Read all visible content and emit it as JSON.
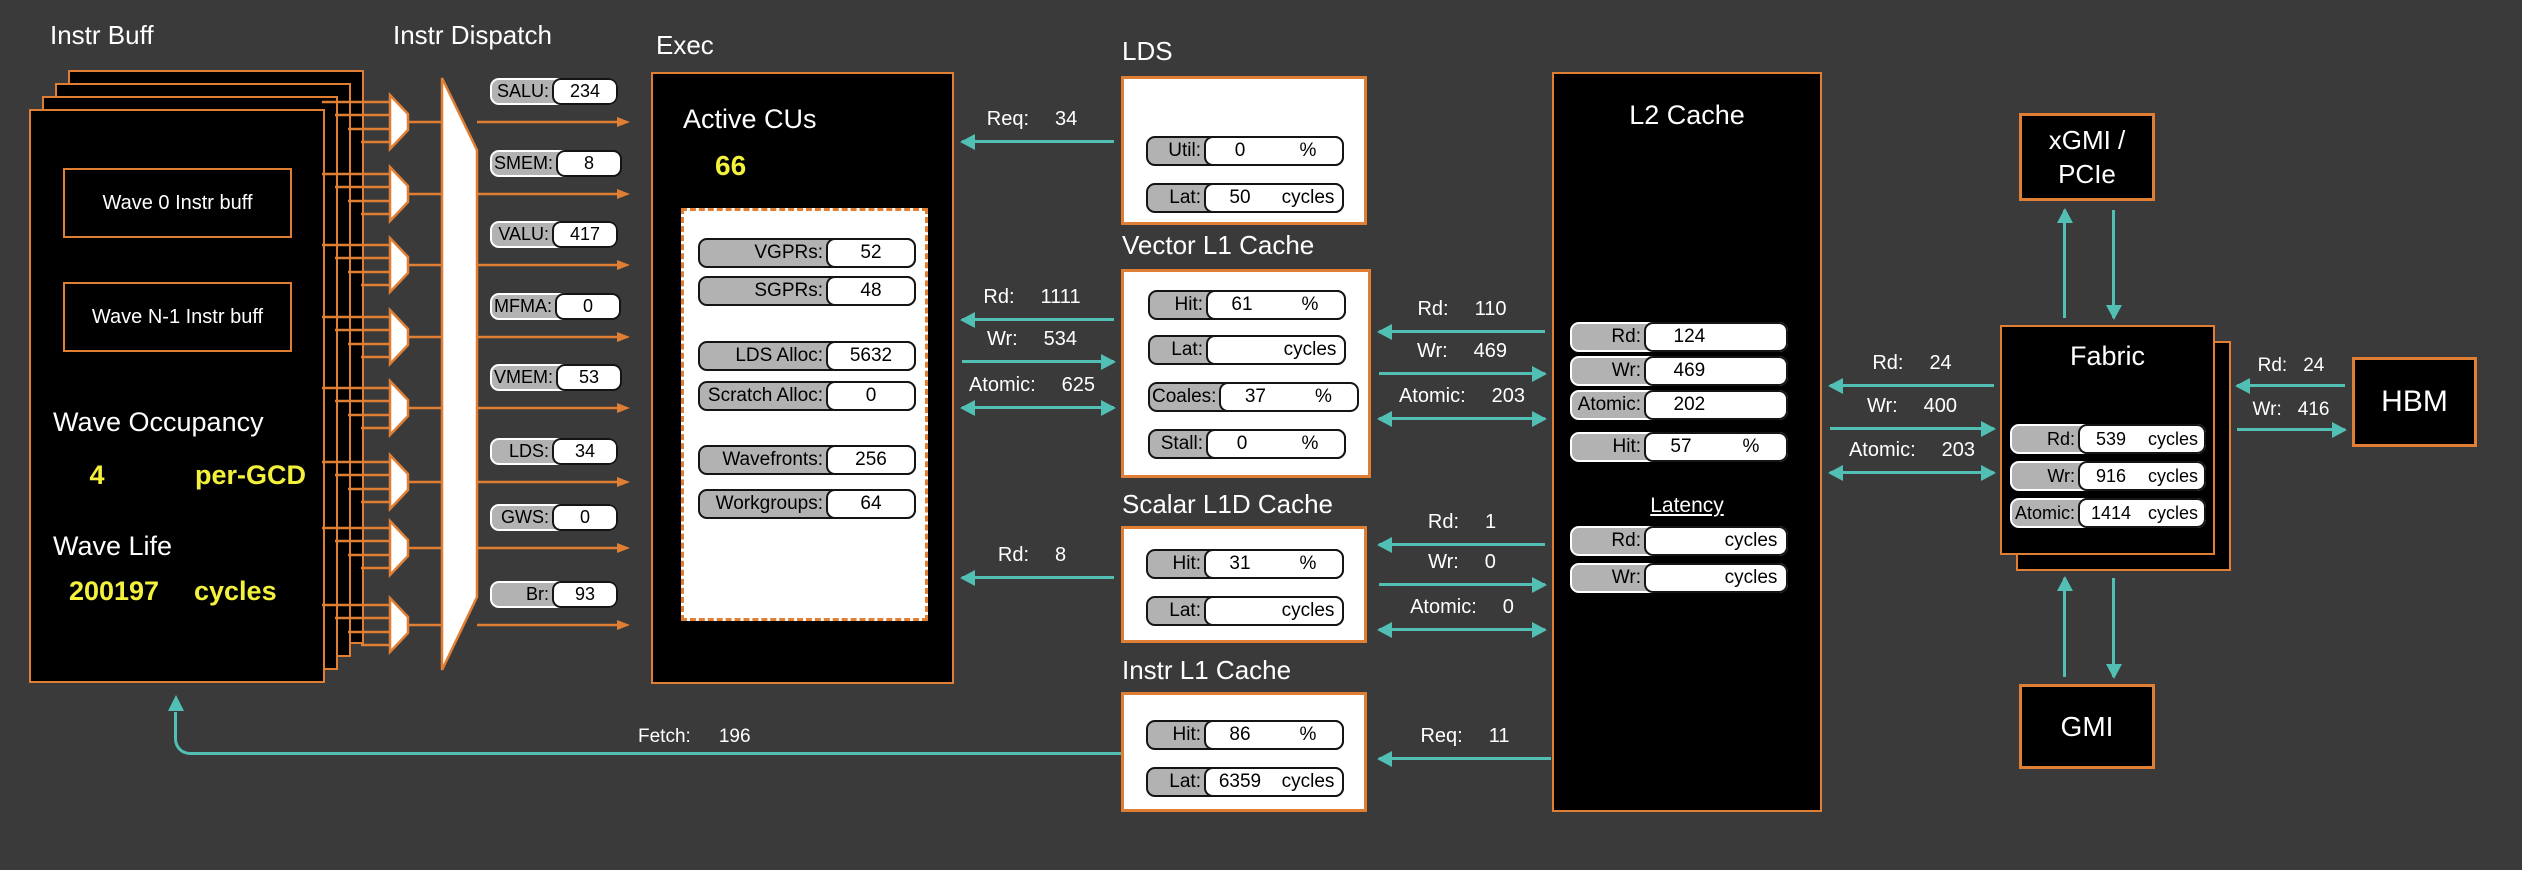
{
  "colors": {
    "bg": "#3A3A3A",
    "panel": "#000000",
    "orange": "#E07F33",
    "teal": "#52BFB4",
    "yellow": "#F4F13C",
    "pillgray": "#B2B2B2",
    "text": "#FFFFFF"
  },
  "instr_buff": {
    "title": "Instr Buff",
    "wave0_label": "Wave 0 Instr buff",
    "waveN_label": "Wave N-1 Instr buff",
    "occupancy_label": "Wave Occupancy",
    "occupancy_value": "4",
    "occupancy_unit": "per-GCD",
    "wave_life_label": "Wave Life",
    "wave_life_value": "200197",
    "wave_life_unit": "cycles"
  },
  "dispatch": {
    "title": "Instr Dispatch",
    "rows": [
      {
        "label": "SALU:",
        "value": "234"
      },
      {
        "label": "SMEM:",
        "value": "8"
      },
      {
        "label": "VALU:",
        "value": "417"
      },
      {
        "label": "MFMA:",
        "value": "0"
      },
      {
        "label": "VMEM:",
        "value": "53"
      },
      {
        "label": "LDS:",
        "value": "34"
      },
      {
        "label": "GWS:",
        "value": "0"
      },
      {
        "label": "Br:",
        "value": "93"
      }
    ]
  },
  "exec": {
    "title": "Exec",
    "active_cus_label": "Active CUs",
    "active_cus_value": "66",
    "rows": [
      {
        "label": "VGPRs:",
        "value": "52"
      },
      {
        "label": "SGPRs:",
        "value": "48"
      },
      {
        "label": "LDS Alloc:",
        "value": "5632"
      },
      {
        "label": "Scratch Alloc:",
        "value": "0"
      },
      {
        "label": "Wavefronts:",
        "value": "256"
      },
      {
        "label": "Workgroups:",
        "value": "64"
      }
    ]
  },
  "lds": {
    "title": "LDS",
    "rows": [
      {
        "label": "Util:",
        "value": "0",
        "unit": "%"
      },
      {
        "label": "Lat:",
        "value": "50",
        "unit": "cycles"
      }
    ]
  },
  "vector_l1": {
    "title": "Vector L1 Cache",
    "rows": [
      {
        "label": "Hit:",
        "value": "61",
        "unit": "%"
      },
      {
        "label": "Lat:",
        "value": "",
        "unit": "cycles"
      },
      {
        "label": "Coales:",
        "value": "37",
        "unit": "%"
      },
      {
        "label": "Stall:",
        "value": "0",
        "unit": "%"
      }
    ]
  },
  "scalar_l1d": {
    "title": "Scalar L1D Cache",
    "rows": [
      {
        "label": "Hit:",
        "value": "31",
        "unit": "%"
      },
      {
        "label": "Lat:",
        "value": "",
        "unit": "cycles"
      }
    ]
  },
  "instr_l1": {
    "title": "Instr L1 Cache",
    "rows": [
      {
        "label": "Hit:",
        "value": "86",
        "unit": "%"
      },
      {
        "label": "Lat:",
        "value": "6359",
        "unit": "cycles"
      }
    ]
  },
  "l2": {
    "title": "L2 Cache",
    "rows": [
      {
        "label": "Rd:",
        "value": "124",
        "unit": ""
      },
      {
        "label": "Wr:",
        "value": "469",
        "unit": ""
      },
      {
        "label": "Atomic:",
        "value": "202",
        "unit": ""
      },
      {
        "label": "Hit:",
        "value": "57",
        "unit": "%"
      }
    ],
    "latency_title": "Latency",
    "latency_rows": [
      {
        "label": "Rd:",
        "value": "",
        "unit": "cycles"
      },
      {
        "label": "Wr:",
        "value": "",
        "unit": "cycles"
      }
    ]
  },
  "fabric": {
    "title": "Fabric",
    "rows": [
      {
        "label": "Rd:",
        "value": "539",
        "unit": "cycles"
      },
      {
        "label": "Wr:",
        "value": "916",
        "unit": "cycles"
      },
      {
        "label": "Atomic:",
        "value": "1414",
        "unit": "cycles"
      }
    ]
  },
  "xgmi": {
    "line1": "xGMI /",
    "line2": "PCIe"
  },
  "hbm": {
    "label": "HBM"
  },
  "gmi": {
    "label": "GMI"
  },
  "arrows": {
    "exec_lds_req": {
      "label": "Req:",
      "value": "34"
    },
    "exec_vl1_rd": {
      "label": "Rd:",
      "value": "1111"
    },
    "exec_vl1_wr": {
      "label": "Wr:",
      "value": "534"
    },
    "exec_vl1_atomic": {
      "label": "Atomic:",
      "value": "625"
    },
    "exec_sl1d_rd": {
      "label": "Rd:",
      "value": "8"
    },
    "fetch": {
      "label": "Fetch:",
      "value": "196"
    },
    "vl1_l2_rd": {
      "label": "Rd:",
      "value": "110"
    },
    "vl1_l2_wr": {
      "label": "Wr:",
      "value": "469"
    },
    "vl1_l2_atomic": {
      "label": "Atomic:",
      "value": "203"
    },
    "sl1d_l2_rd": {
      "label": "Rd:",
      "value": "1"
    },
    "sl1d_l2_wr": {
      "label": "Wr:",
      "value": "0"
    },
    "sl1d_l2_atomic": {
      "label": "Atomic:",
      "value": "0"
    },
    "il1_l2_req": {
      "label": "Req:",
      "value": "11"
    },
    "l2_fabric_rd": {
      "label": "Rd:",
      "value": "24"
    },
    "l2_fabric_wr": {
      "label": "Wr:",
      "value": "400"
    },
    "l2_fabric_atomic": {
      "label": "Atomic:",
      "value": "203"
    },
    "fabric_hbm_rd": {
      "label": "Rd:",
      "value": "24"
    },
    "fabric_hbm_wr": {
      "label": "Wr:",
      "value": "416"
    }
  }
}
